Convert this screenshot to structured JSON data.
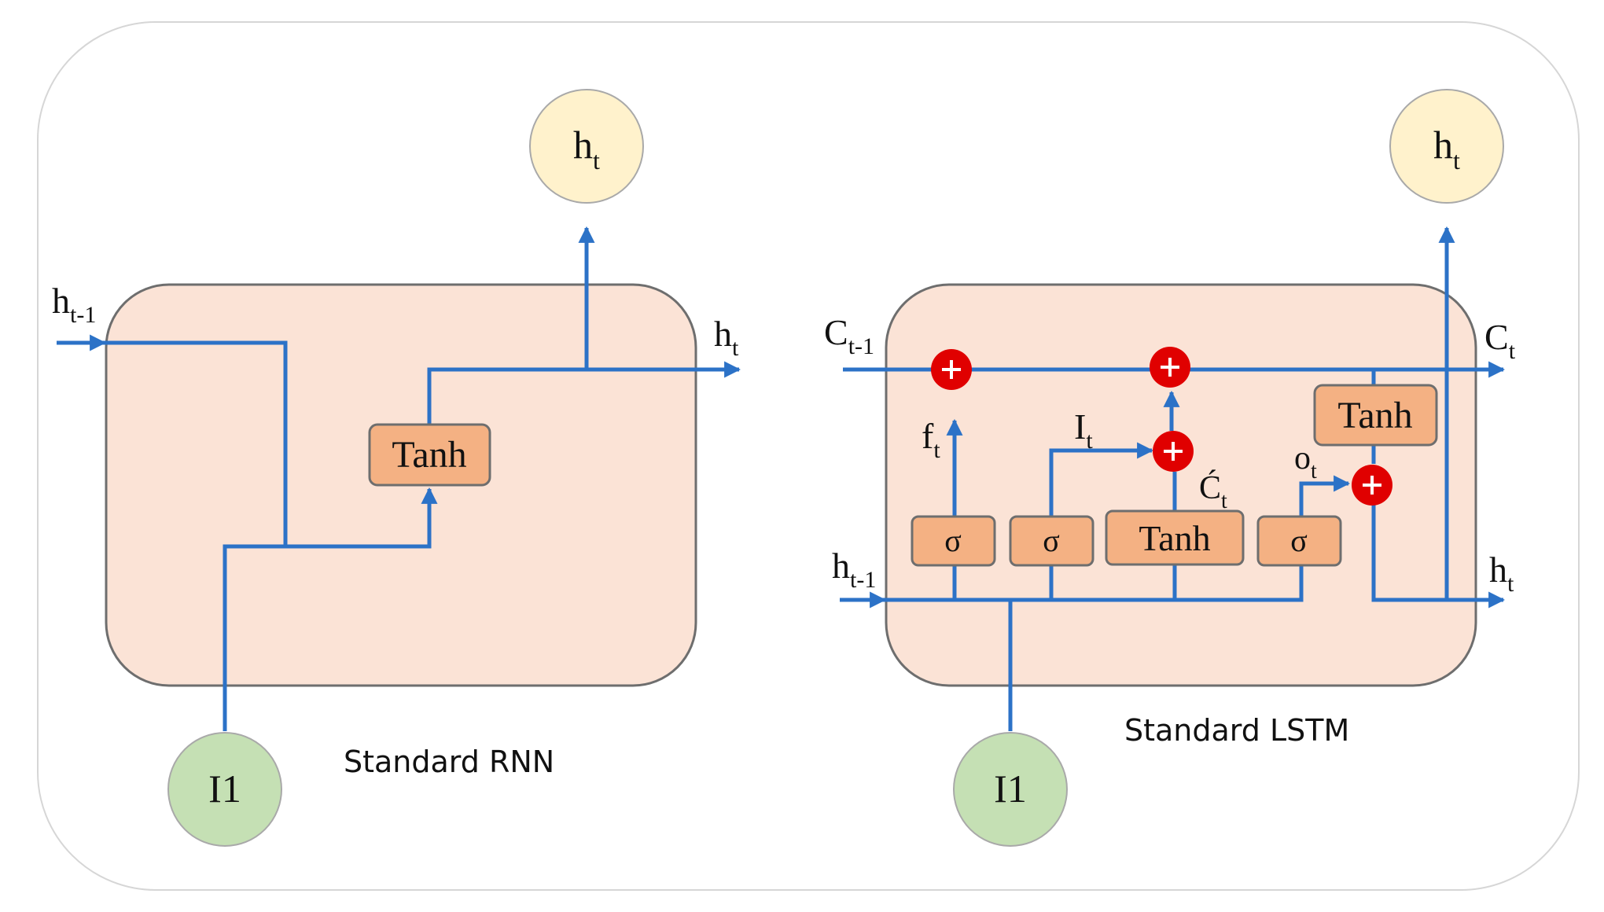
{
  "rnn": {
    "caption": "Standard RNN",
    "input_label": "I1",
    "output_node": {
      "main": "h",
      "sub": "t"
    },
    "h_prev": {
      "main": "h",
      "sub": "t-1"
    },
    "h_out": {
      "main": "h",
      "sub": "t"
    },
    "tanh_label": "Tanh"
  },
  "lstm": {
    "caption": "Standard LSTM",
    "input_label": "I1",
    "output_node": {
      "main": "h",
      "sub": "t"
    },
    "c_prev": {
      "main": "C",
      "sub": "t-1"
    },
    "c_out": {
      "main": "C",
      "sub": "t"
    },
    "h_prev": {
      "main": "h",
      "sub": "t-1"
    },
    "h_out": {
      "main": "h",
      "sub": "t"
    },
    "forget": {
      "main": "f",
      "sub": "t"
    },
    "input_gate": {
      "main": "I",
      "sub": "t"
    },
    "candidate": {
      "main": "Ć",
      "sub": "t"
    },
    "output_gate": {
      "main": "o",
      "sub": "t"
    },
    "sigma_label": "σ",
    "tanh_label": "Tanh",
    "tanh_out_label": "Tanh"
  },
  "colors": {
    "wire": "#2c72c7",
    "cell_fill": "#fbe3d6",
    "gate_fill": "#f4b183",
    "output_node": "#fff2cc",
    "input_node": "#c5e0b4",
    "operator": "#e00000"
  }
}
